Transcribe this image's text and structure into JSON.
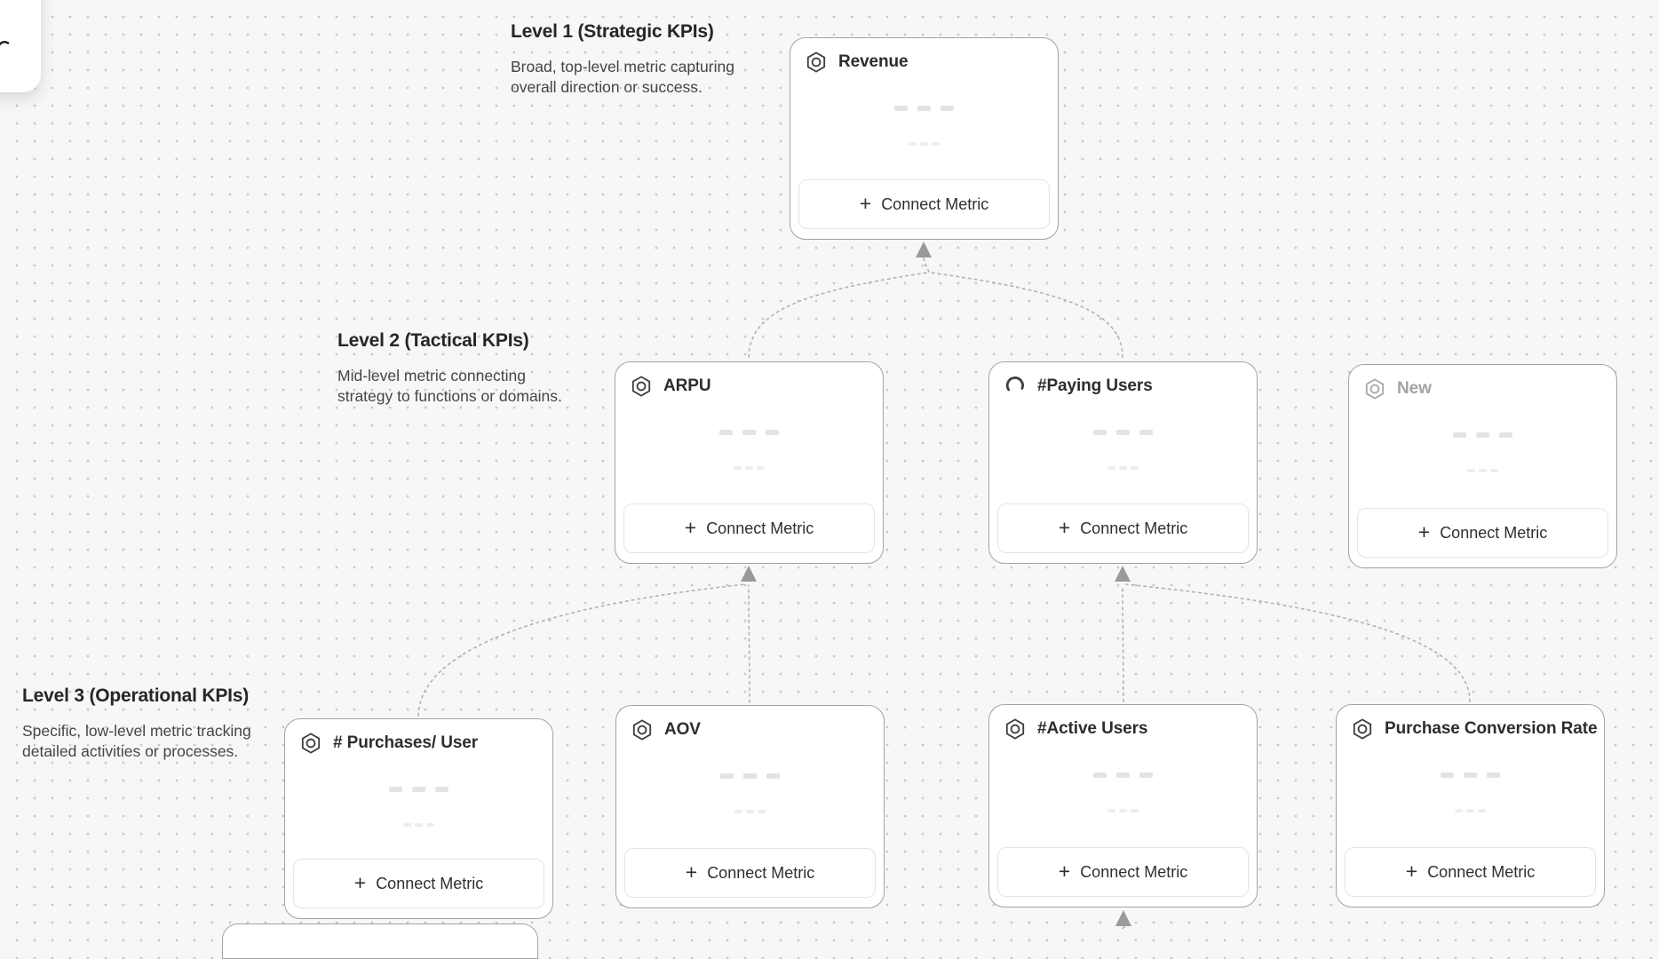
{
  "ui": {
    "plus_glyph": "+",
    "connect_metric_label": "Connect Metric"
  },
  "colors": {
    "background": "#f7f7f7",
    "grid_dot": "#c9c9c9",
    "card_border": "#a3a3a3",
    "connector": "#b1b1b1",
    "arrowhead": "#9a9a9a",
    "text_primary": "#262626",
    "text_secondary": "#454545",
    "muted_title": "#a4a4a4"
  },
  "icons": {
    "metric": "hexagon-circle-icon",
    "loading": "spinner-arc-icon",
    "cursor_tool": "cursor-icon",
    "plus": "plus-icon",
    "connector_arrow": "arrowhead-up-icon"
  },
  "levels": {
    "level1": {
      "title": "Level 1 (Strategic KPIs)",
      "description": [
        "Broad, top-level metric capturing",
        "overall direction or success."
      ]
    },
    "level2": {
      "title": "Level 2 (Tactical KPIs)",
      "description": [
        "Mid-level metric connecting",
        "strategy to functions or domains."
      ]
    },
    "level3": {
      "title": "Level 3 (Operational KPIs)",
      "description": [
        "Specific, low-level metric tracking",
        "detailed activities or processes."
      ]
    }
  },
  "cards": {
    "revenue": {
      "title": "Revenue",
      "level": "1"
    },
    "arpu": {
      "title": "ARPU",
      "level": "2"
    },
    "paying_users": {
      "title": "#Paying Users",
      "level": "2"
    },
    "new": {
      "title": "New",
      "level": "2"
    },
    "purchases_per_user": {
      "title": "# Purchases/ User",
      "level": "3"
    },
    "aov": {
      "title": "AOV",
      "level": "3"
    },
    "active_users": {
      "title": "#Active Users",
      "level": "3"
    },
    "purchase_conversion_rate": {
      "title": "Purchase Conversion Rate",
      "level": "3"
    }
  }
}
